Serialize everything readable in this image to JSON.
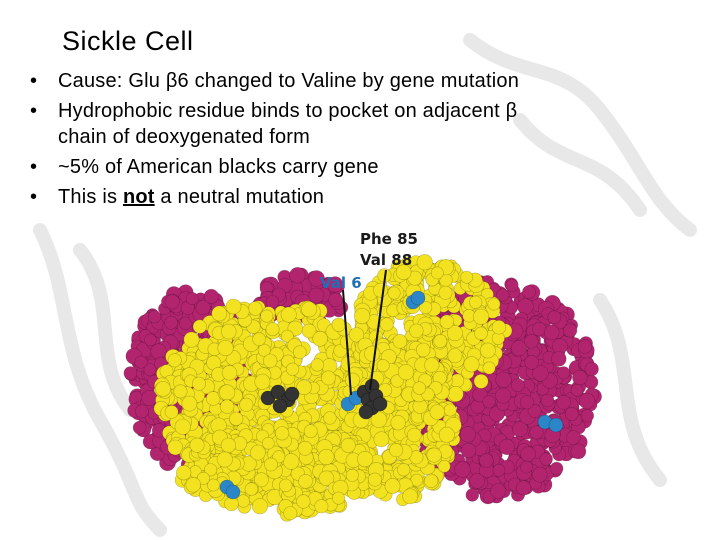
{
  "slide": {
    "title": "Sickle Cell",
    "bullets": [
      {
        "pre": "Cause: Glu ",
        "sym": "β",
        "post": "6 changed to Valine by gene mutation"
      },
      {
        "pre": "Hydrophobic residue binds to pocket on adjacent ",
        "sym": "β",
        "post": "",
        "line2": "chain of deoxygenated form"
      },
      {
        "pre": "~5% of American blacks carry gene"
      },
      {
        "pre": "This is ",
        "emph": "not",
        "post": " a neutral mutation"
      }
    ]
  },
  "figure": {
    "labels": {
      "phe85": "Phe 85",
      "val88": "Val 88",
      "val6": "Val 6"
    },
    "colors": {
      "yellow": "#f2e21f",
      "magenta": "#b3246f",
      "blue": "#2a86c8",
      "dark": "#333333",
      "label_dark": "#1a1a1a",
      "label_blue": "#1f6fb5"
    }
  }
}
